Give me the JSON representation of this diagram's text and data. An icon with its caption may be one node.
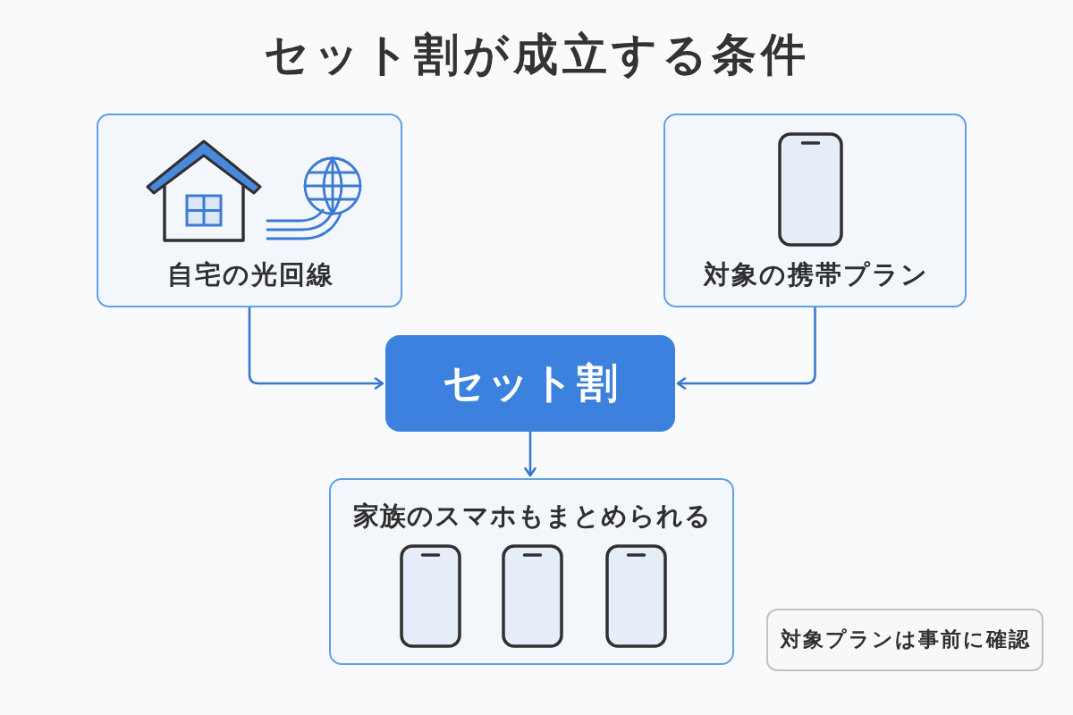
{
  "diagram": {
    "title": "セット割が成立する条件",
    "nodes": [
      {
        "text": [
          "自宅の光回線"
        ]
      },
      {
        "text": [
          "対象の携帯プラン"
        ]
      },
      {
        "text": [
          "セット割"
        ]
      },
      {
        "text": [
          "家族のスマホもまとめられる"
        ]
      },
      {
        "text": [
          "対象プランは事前に確認"
        ]
      }
    ],
    "edges": [
      {
        "from": 0,
        "to": 2,
        "arrow": "to"
      },
      {
        "from": 1,
        "to": 2,
        "arrow": "to"
      },
      {
        "from": 2,
        "to": 3,
        "arrow": "to"
      }
    ]
  }
}
